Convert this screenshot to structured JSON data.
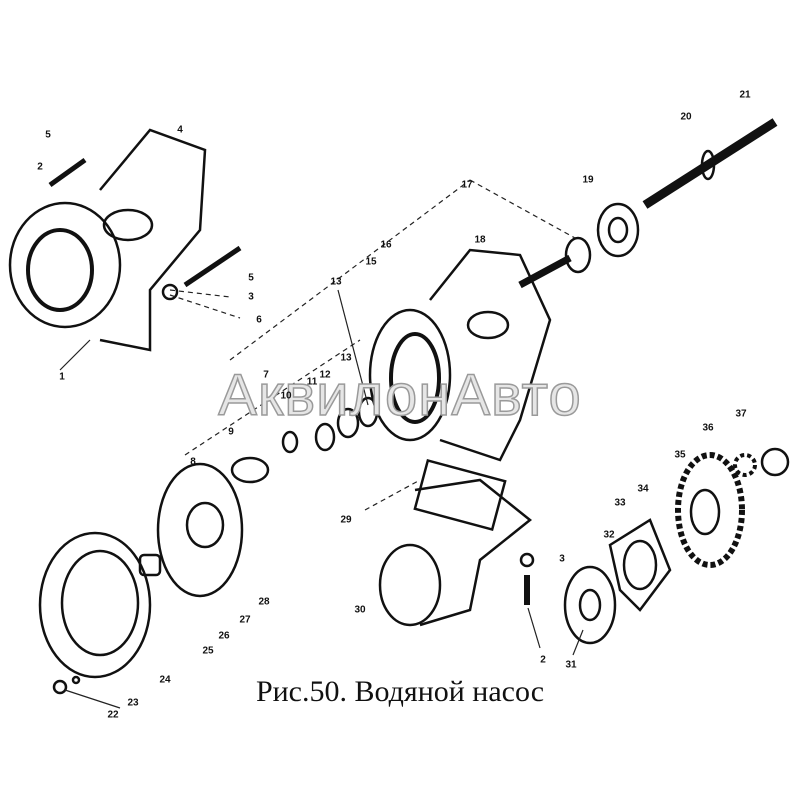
{
  "figure": {
    "caption": "Рис.50. Водяной насос",
    "watermark": "АквилонАвто"
  },
  "callouts": [
    "5",
    "2",
    "4",
    "5",
    "3",
    "6",
    "1",
    "15",
    "16",
    "17",
    "18",
    "19",
    "20",
    "21",
    "13",
    "13",
    "12",
    "11",
    "10",
    "7",
    "9",
    "8",
    "29",
    "30",
    "3",
    "2",
    "31",
    "32",
    "33",
    "34",
    "35",
    "36",
    "37",
    "28",
    "27",
    "26",
    "25",
    "24",
    "23",
    "22"
  ]
}
